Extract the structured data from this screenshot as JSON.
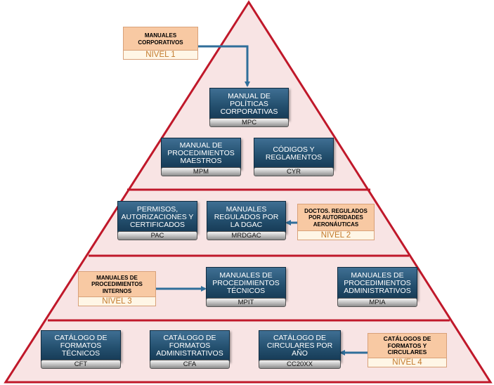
{
  "colors": {
    "pyramid_fill": "#f8e4e4",
    "pyramid_stroke": "#c0182a",
    "arrow": "#2f6e9a",
    "doc_box": "#24506f",
    "level_box": "#f8c9a3",
    "level_text": "#c27a2c"
  },
  "levels": [
    {
      "label": "MANUALES CORPORATIVOS",
      "level": "NIVEL 1"
    },
    {
      "label": "DOCTOS. REGULADOS POR AUTORIDADES AERONÁUTICAS",
      "level": "NIVEL 2"
    },
    {
      "label": "MANUALES DE PROCEDIMIENTOS INTERNOS",
      "level": "NIVEL 3"
    },
    {
      "label": "CATÁLOGOS DE FORMATOS Y CIRCULARES",
      "level": "NIVEL 4"
    }
  ],
  "documents": {
    "mpc": {
      "title": "MANUAL DE POLÍTICAS CORPORATIVAS",
      "code": "MPC"
    },
    "mpm": {
      "title": "MANUAL DE PROCEDIMIENTOS MAESTROS",
      "code": "MPM"
    },
    "cyr": {
      "title": "CÓDIGOS Y REGLAMENTOS",
      "code": "CYR"
    },
    "pac": {
      "title": "PERMISOS, AUTORIZACIONES Y CERTIFICADOS",
      "code": "PAC"
    },
    "mrdgac": {
      "title": "MANUALES REGULADOS POR LA DGAC",
      "code": "MRDGAC"
    },
    "mpit": {
      "title": "MANUALES DE PROCEDIMIENTOS TÉCNICOS",
      "code": "MPIT"
    },
    "mpia": {
      "title": "MANUALES DE PROCEDIMIENTOS ADMINISTRATIVOS",
      "code": "MPIA"
    },
    "cft": {
      "title": "CATÁLOGO DE FORMATOS TÉCNICOS",
      "code": "CFT"
    },
    "cfa": {
      "title": "CATÁLOGO DE FORMATOS ADMINISTRATIVOS",
      "code": "CFA"
    },
    "cc20xx": {
      "title": "CATÁLOGO DE CIRCULARES POR AÑO",
      "code": "CC20XX"
    }
  }
}
